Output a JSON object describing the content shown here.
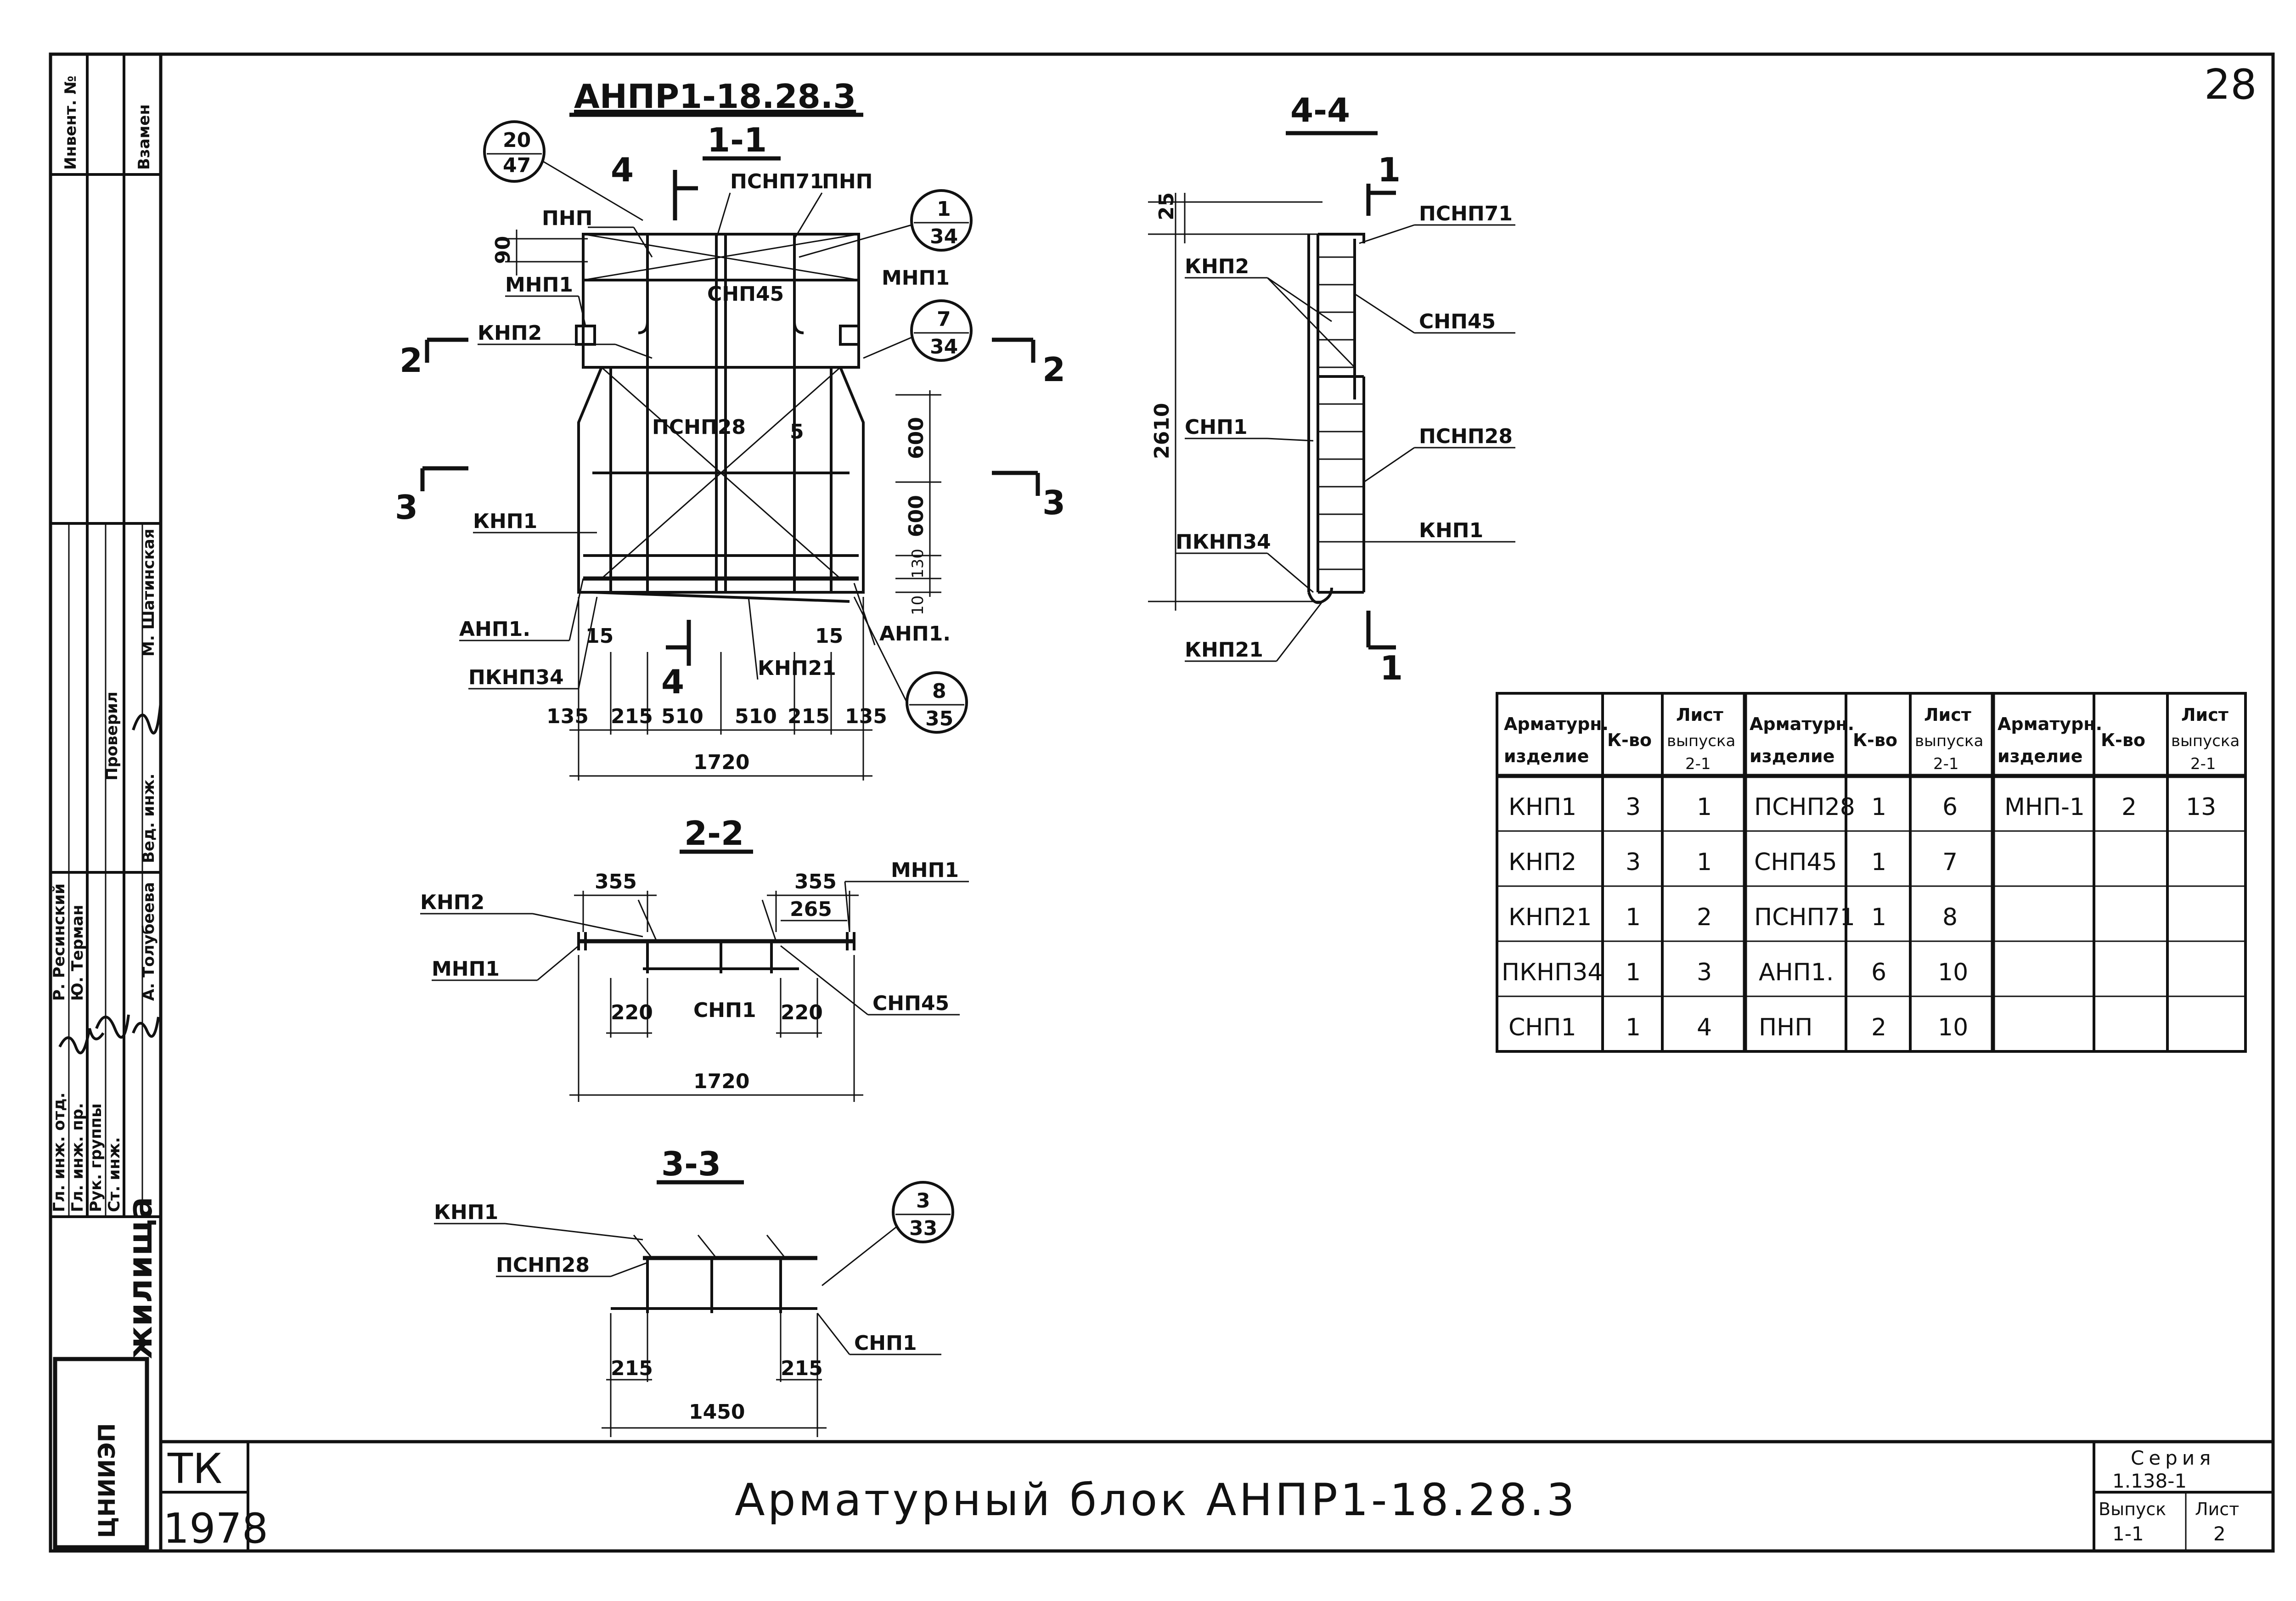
{
  "sheet": {
    "number": "28",
    "title": "Арматурный блок АНПР1-18.28.3",
    "tk_label": "ТК",
    "year": "1978",
    "org_logo": "ЦНИИЭП",
    "org_suffix": "жилища",
    "series_label": "Серия",
    "series_value": "1.138-1",
    "issue_label": "Выпуск",
    "issue_value": "1-1",
    "list_label": "Лист",
    "list_value": "2"
  },
  "stamp": {
    "invent_label": "Инвент. №",
    "zamen_label": "Взамен",
    "check_label": "Проверил",
    "roles": [
      "Гл. инж. отд.",
      "Гл. инж. пр.",
      "Рук. группы",
      "Ст. инж."
    ],
    "names": [
      "Р. Ресинский",
      "Ю. Терман",
      "А. Толубеева"
    ],
    "ved_label": "Вед. инж.",
    "ved_name": "М. Шатинская"
  },
  "views": {
    "v11": {
      "title": "АНПР1-18.28.3",
      "subtitle": "1-1",
      "labels": {
        "pnp_left": "ПНП",
        "psnp71": "ПСНП71",
        "pnp_right": "ПНП",
        "mnp1_left": "МНП1",
        "mnp1_right": "МНП1",
        "snp45": "СНП45",
        "knp2": "КНП2",
        "psnp28": "ПСНП28",
        "knp1": "КНП1",
        "anp1_left": "АНП1.",
        "anp1_right": "АНП1.",
        "pknp34": "ПКНП34",
        "knp21": "КНП21",
        "cut4_top": "4",
        "cut4_bottom": "4",
        "cut2_left": "2",
        "cut2_right": "2",
        "cut3_left": "3",
        "cut3_right": "3"
      },
      "callouts": [
        {
          "top": "20",
          "bottom": "47"
        },
        {
          "top": "1",
          "bottom": "34"
        },
        {
          "top": "7",
          "bottom": "34"
        },
        {
          "top": "8",
          "bottom": "35"
        }
      ],
      "dims": {
        "d90": "90",
        "d5": "5",
        "d600a": "600",
        "d600b": "600",
        "d130": "130",
        "d10": "10",
        "d15a": "15",
        "d15b": "15",
        "bottom_row": [
          "135",
          "215",
          "510",
          "510",
          "215",
          "135"
        ],
        "total": "1720"
      }
    },
    "v22": {
      "title": "2-2",
      "labels": {
        "knp2": "КНП2",
        "mnp1_top": "МНП1",
        "mnp1_left": "МНП1",
        "snp1": "СНП1",
        "snp45": "СНП45"
      },
      "dims": {
        "d355a": "355",
        "d355b": "355",
        "d265": "265",
        "d220a": "220",
        "d220b": "220",
        "total": "1720"
      }
    },
    "v33": {
      "title": "3-3",
      "labels": {
        "knp1": "КНП1",
        "psnp28": "ПСНП28",
        "snp1": "СНП1"
      },
      "callout": {
        "top": "3",
        "bottom": "33"
      },
      "dims": {
        "d215a": "215",
        "d215b": "215",
        "total": "1450"
      }
    },
    "v44": {
      "title": "4-4",
      "labels": {
        "psnp71": "ПСНП71",
        "knp2": "КНП2",
        "snp45": "СНП45",
        "snp1": "СНП1",
        "psnp28": "ПСНП28",
        "knp1": "КНП1",
        "pknp34": "ПКНП34",
        "knp21": "КНП21",
        "cut_top": "1",
        "cut_bottom": "1"
      },
      "dims": {
        "d25": "25",
        "height": "2610"
      }
    }
  },
  "table": {
    "headers": {
      "item_l1": "Арматурн.",
      "item_l2": "изделие",
      "qty": "К-во",
      "sheet_l1": "Лист",
      "sheet_l2": "выпуска",
      "sheet_l3": "2-1"
    },
    "rows": [
      [
        "КНП1",
        "3",
        "1",
        "ПСНП28",
        "1",
        "6",
        "МНП-1",
        "2",
        "13"
      ],
      [
        "КНП2",
        "3",
        "1",
        "СНП45",
        "1",
        "7",
        "",
        "",
        ""
      ],
      [
        "КНП21",
        "1",
        "2",
        "ПСНП71",
        "1",
        "8",
        "",
        "",
        ""
      ],
      [
        "ПКНП34",
        "1",
        "3",
        "АНП1.",
        "6",
        "10",
        "",
        "",
        ""
      ],
      [
        "СНП1",
        "1",
        "4",
        "ПНП",
        "2",
        "10",
        "",
        "",
        ""
      ]
    ]
  },
  "colors": {
    "ink": "#111111",
    "paper": "#ffffff"
  }
}
